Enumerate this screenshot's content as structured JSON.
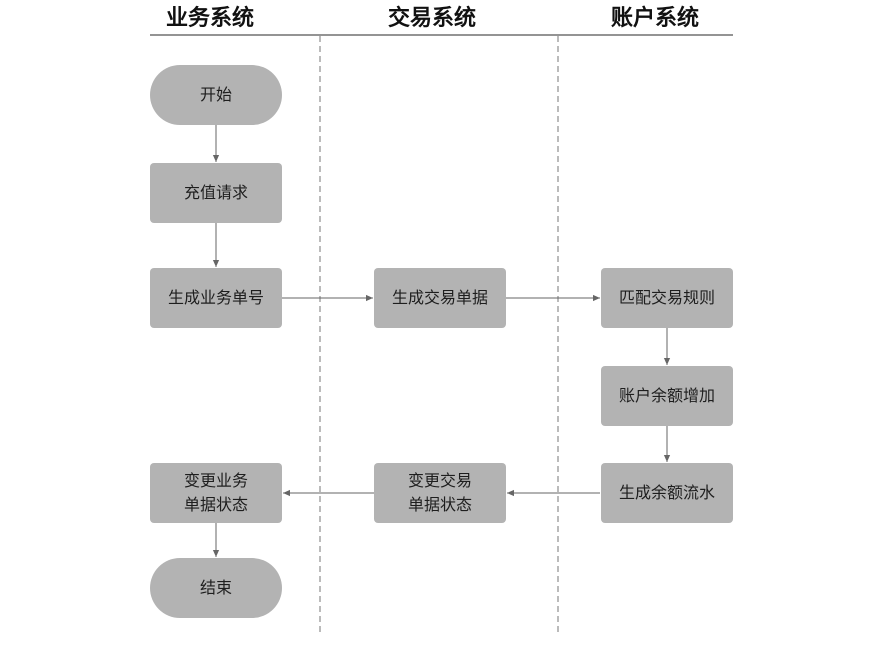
{
  "lanes": [
    {
      "title": "业务系统"
    },
    {
      "title": "交易系统"
    },
    {
      "title": "账户系统"
    }
  ],
  "nodes": {
    "start": "开始",
    "recharge_request": "充值请求",
    "gen_biz_order": "生成业务单号",
    "gen_trade_doc": "生成交易单据",
    "match_trade_rule": "匹配交易规则",
    "balance_increase": "账户余额增加",
    "gen_balance_flow": "生成余额流水",
    "change_trade_status": "变更交易\n单据状态",
    "change_biz_status": "变更业务\n单据状态",
    "end": "结束"
  },
  "colors": {
    "node_fill": "#b3b3b3",
    "line": "#666666",
    "text": "#1e1e1e"
  }
}
